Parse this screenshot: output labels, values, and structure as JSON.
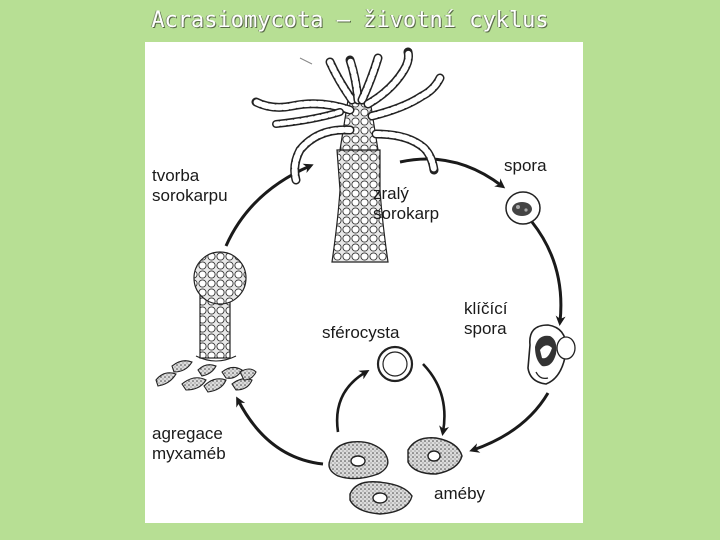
{
  "title": "Acrasiomycota – životní cyklus",
  "labels": {
    "tvorba_sorokarpu": "tvorba\nsorokarpu",
    "zraly_sorokarp": "zralý\nsorokarp",
    "spora": "spora",
    "klicici_spora": "klíčící\nspora",
    "sferocysta": "sférocysta",
    "agregace_myxameb": "agregace\nmyxaméb",
    "ameby": "améby"
  },
  "colors": {
    "background": "#b7df94",
    "panel": "#ffffff",
    "ink": "#1a1a1a"
  }
}
